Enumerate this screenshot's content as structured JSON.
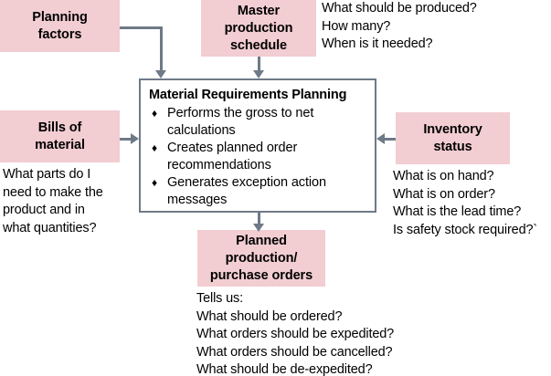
{
  "diagram": {
    "title": "Material Requirements Planning process flow",
    "colors": {
      "box_fill": "#f2cdd2",
      "line": "#6f7a87",
      "process_border": "#6f7a87",
      "text": "#000000",
      "background": "#ffffff"
    }
  },
  "inputs": {
    "planning_factors": {
      "label": "Planning\nfactors"
    },
    "master_production_schedule": {
      "label": "Master\nproduction\nschedule",
      "questions": "What should be produced?\nHow many?\nWhen is it needed?"
    },
    "bills_of_material": {
      "label": "Bills of\nmaterial",
      "questions": "What parts do I\nneed to make the\nproduct and in\nwhat quantities?"
    },
    "inventory_status": {
      "label": "Inventory\nstatus",
      "questions": "What is on hand?\nWhat is on order?\nWhat is the lead time?\nIs safety stock required?`"
    }
  },
  "process": {
    "title": "Material Requirements Planning",
    "bullet_glyph": "♦",
    "bullets": [
      "Performs the gross to net calculations",
      "Creates planned order recommendations",
      "Generates exception action messages"
    ]
  },
  "output": {
    "planned_orders": {
      "label": "Planned\nproduction/\npurchase orders",
      "questions": "Tells us:\nWhat should be ordered?\nWhat orders should be expedited?\nWhat orders should be cancelled?\nWhat should be de-expedited?"
    }
  }
}
